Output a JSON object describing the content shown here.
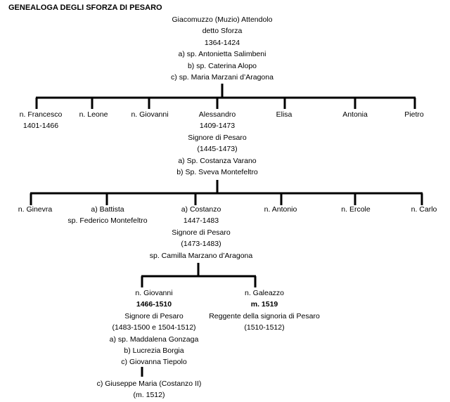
{
  "title": "GENEALOGA DEGLI SFORZA DI PESARO",
  "persons": {
    "muzio": [
      "Giacomuzzo (Muzio) Attendolo",
      "detto Sforza",
      "1364-1424",
      "a) sp. Antonietta Salimbeni",
      "b) sp. Caterina Alopo",
      "c) sp. Maria Marzani d’Aragona"
    ],
    "francesco": [
      "n.  Francesco",
      "1401-1466"
    ],
    "leone": [
      "n.  Leone"
    ],
    "giovanni_1": [
      "n.  Giovanni"
    ],
    "alessandro": [
      "Alessandro",
      "1409-1473",
      "Signore di Pesaro",
      "(1445-1473)",
      "a) Sp. Costanza Varano",
      "b) Sp. Sveva Montefeltro"
    ],
    "elisa": [
      "Elisa"
    ],
    "antonia": [
      "Antonia"
    ],
    "pietro": [
      "Pietro"
    ],
    "ginevra": [
      "n. Ginevra"
    ],
    "battista": [
      "a) Battista",
      "sp. Federico Montefeltro"
    ],
    "costanzo": [
      "a) Costanzo",
      "1447-1483",
      "Signore di Pesaro",
      "(1473-1483)",
      "sp. Camilla Marzano d’Aragona"
    ],
    "antonio": [
      "n. Antonio"
    ],
    "ercole": [
      "n. Ercole"
    ],
    "carlo": [
      "n. Carlo"
    ],
    "giovanni_2": [
      "n. Giovanni",
      "1466-1510",
      "Signore di Pesaro",
      "(1483-1500 e 1504-1512)",
      "a) sp. Maddalena Gonzaga",
      "b) Lucrezia Borgia",
      "c) Giovanna Tiepolo"
    ],
    "galeazzo": [
      "n. Galeazzo",
      "m. 1519",
      "Reggente della signoria di Pesaro",
      "(1510-1512)"
    ],
    "giuseppe_maria": [
      "c) Giuseppe Maria (Costanzo II)",
      "(m. 1512)"
    ]
  }
}
